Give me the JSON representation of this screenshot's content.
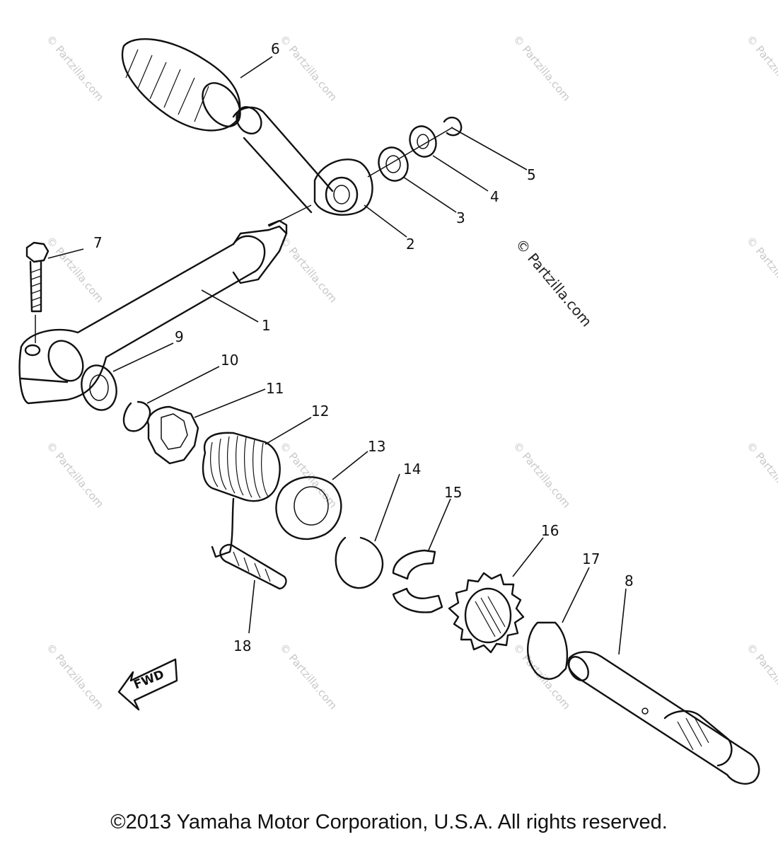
{
  "callouts": [
    "1",
    "2",
    "3",
    "4",
    "5",
    "6",
    "7",
    "8",
    "9",
    "10",
    "11",
    "12",
    "13",
    "14",
    "15",
    "16",
    "17",
    "18"
  ],
  "watermark": "© Partzilla.com",
  "direction_label": "FWD",
  "copyright": "©2013 Yamaha Motor Corporation, U.S.A. All rights reserved."
}
